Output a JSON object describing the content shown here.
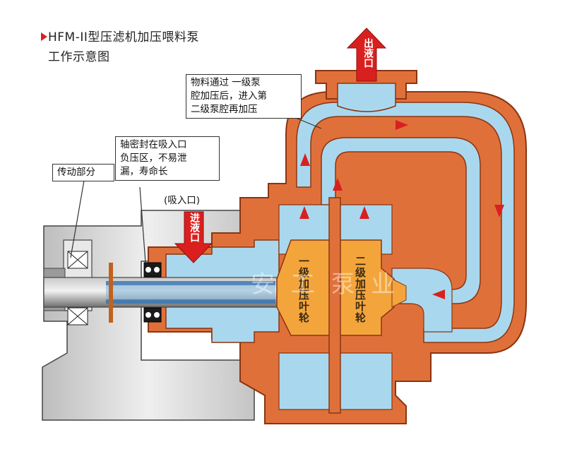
{
  "title": {
    "line1": "HFM-II型压滤机加压喂料泵",
    "line2": "工作示意图"
  },
  "labels": {
    "outlet": "出液口",
    "inlet": "进液口",
    "inlet_note": "(吸入口)",
    "stage1": "一级加压叶轮",
    "stage2": "二级加压叶轮",
    "drive": "传动部分",
    "seal_note": [
      "轴密封在吸入口",
      "负压区，不易泄",
      "漏，寿命长"
    ],
    "flow_note": [
      "物料通过 一级泵",
      "腔加压后，进入第",
      "二级泵腔再加压"
    ],
    "watermark": "安 工 泵 业"
  },
  "colors": {
    "casing": "#e0703a",
    "casing_dark": "#a8461c",
    "liquid": "#a9d8ee",
    "impeller": "#f3a53c",
    "flow_arrow": "#d9201f",
    "frame": "#d8d8d8",
    "shaft": "#8a8a8a"
  }
}
